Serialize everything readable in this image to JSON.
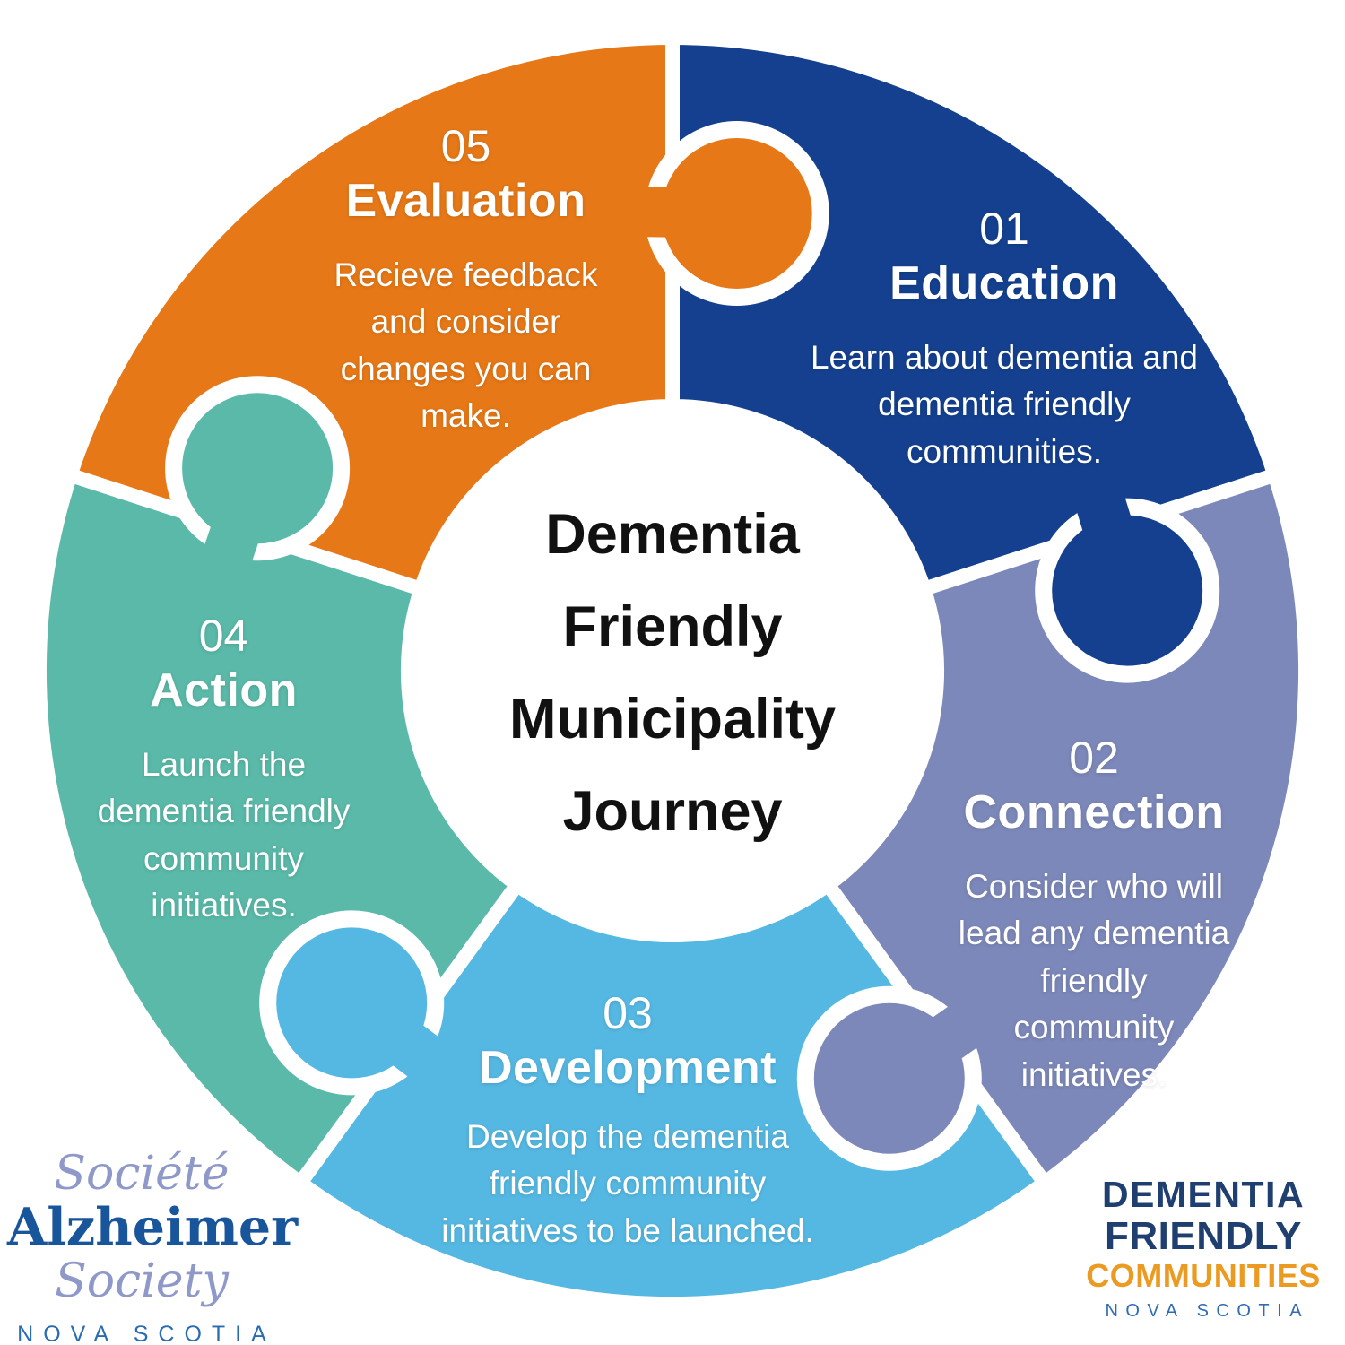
{
  "wheel": {
    "center_title_lines": [
      "Dementia",
      "Friendly",
      "Municipality",
      "Journey"
    ],
    "center_title": "Dementia Friendly Municipality Journey",
    "background_color": "#ffffff",
    "divider_color": "#ffffff"
  },
  "segments": [
    {
      "number": "01",
      "label": "Education",
      "description": "Learn about dementia and dementia friendly communities.",
      "color": "#14408f",
      "position": "top-right"
    },
    {
      "number": "02",
      "label": "Connection",
      "description": "Consider who will lead any dementia friendly community initiatives.",
      "color": "#7c88b9",
      "position": "right"
    },
    {
      "number": "03",
      "label": "Development",
      "description": "Develop the dementia friendly community initiatives to be launched.",
      "color": "#55b8e2",
      "position": "bottom"
    },
    {
      "number": "04",
      "label": "Action",
      "description": "Launch the dementia friendly community initiatives.",
      "color": "#5ab9a8",
      "position": "left"
    },
    {
      "number": "05",
      "label": "Evaluation",
      "description": "Recieve feedback and consider changes you can make.",
      "color": "#e67817",
      "position": "top-left"
    }
  ],
  "logos": {
    "alzheimer_society": {
      "line_societe": "Société",
      "line_alzheimer": "Alzheimer",
      "line_society": "Society",
      "line_region": "NOVA SCOTIA",
      "color_script": "#8e99c9",
      "color_alzheimer": "#19559b",
      "color_region": "#2a6cb2"
    },
    "dementia_friendly_communities": {
      "line1": "DEMENTIA",
      "line2": "FRIENDLY",
      "line3": "COMMUNITIES",
      "line4": "NOVA SCOTIA",
      "color_main": "#1e3f6f",
      "color_communities": "#eb9b21",
      "color_region": "#2e6cb5"
    }
  }
}
